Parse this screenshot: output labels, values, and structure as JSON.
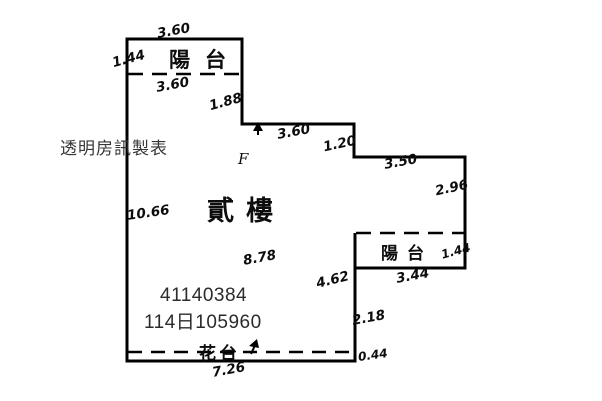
{
  "colors": {
    "line": "#000000",
    "printed_text": "#363636",
    "handwriting": "#0d0d0d",
    "background": "#ffffff"
  },
  "publisher": {
    "text": "透明房訊製表"
  },
  "serials": {
    "line1": "41140384",
    "line2": "114日105960"
  },
  "floor": {
    "label": "貳樓"
  },
  "areas": {
    "balcony_top": "陽台",
    "balcony_right": "陽台",
    "flower_bed": "花台",
    "f_mark": "F"
  },
  "dimensions": {
    "top_width": "3.60",
    "balcony_top_height": "1.44",
    "balcony_top_inner_width": "3.60",
    "upper_step_height": "1.88",
    "mid_width": "3.60",
    "mid_step_height": "1.20",
    "right_top_width": "3.50",
    "right_side_height": "2.96",
    "left_side_height": "10.66",
    "interior_width": "8.78",
    "interior_right_height": "4.62",
    "balcony_right_height": "1.44",
    "balcony_right_width": "3.44",
    "lower_right_height": "2.18",
    "bottom_right_step": "0.44",
    "bottom_width": "7.26"
  }
}
